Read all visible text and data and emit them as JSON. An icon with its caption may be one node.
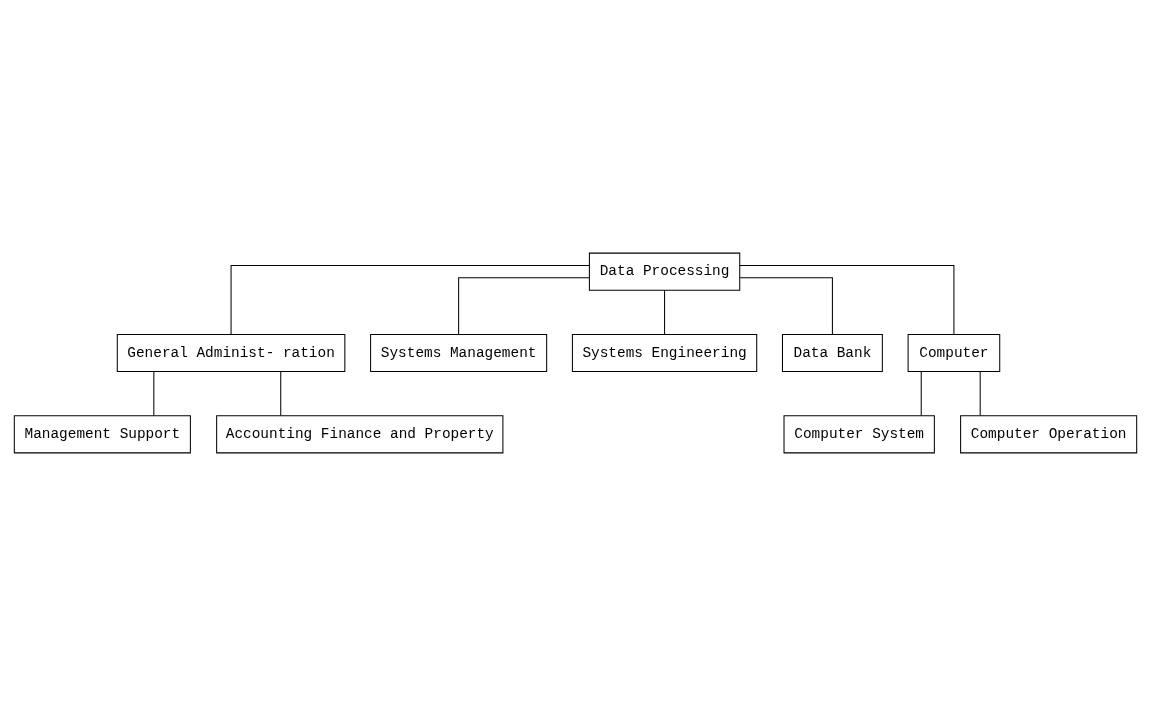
{
  "diagram": {
    "nodes": [
      {
        "text": [
          "Data Processing"
        ]
      },
      {
        "text": [
          "General Administ- ration"
        ]
      },
      {
        "text": [
          "Systems Management"
        ]
      },
      {
        "text": [
          "Systems Engineering"
        ]
      },
      {
        "text": [
          "Data Bank"
        ]
      },
      {
        "text": [
          "Computer"
        ]
      },
      {
        "text": [
          "Management Support"
        ]
      },
      {
        "text": [
          "Accounting Finance and Property"
        ]
      },
      {
        "text": [
          "Computer System"
        ]
      },
      {
        "text": [
          "Computer Operation"
        ]
      }
    ],
    "edges": [
      {
        "from": 0,
        "to": 1,
        "arrow": "none"
      },
      {
        "from": 0,
        "to": 2,
        "arrow": "none"
      },
      {
        "from": 0,
        "to": 3,
        "arrow": "none"
      },
      {
        "from": 0,
        "to": 4,
        "arrow": "none"
      },
      {
        "from": 0,
        "to": 5,
        "arrow": "none"
      },
      {
        "from": 1,
        "to": 6,
        "arrow": "none"
      },
      {
        "from": 1,
        "to": 7,
        "arrow": "none"
      },
      {
        "from": 5,
        "to": 8,
        "arrow": "none"
      },
      {
        "from": 5,
        "to": 9,
        "arrow": "none"
      }
    ]
  }
}
